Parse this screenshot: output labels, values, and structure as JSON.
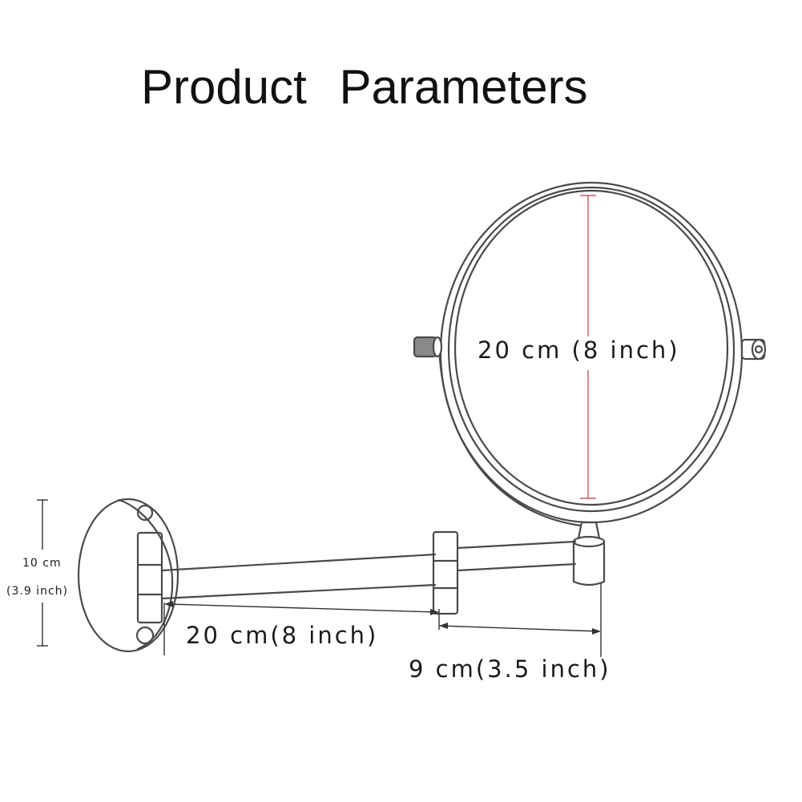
{
  "title": "Product  Parameters",
  "labels": {
    "mirror_diameter": "20 cm (8 inch)",
    "arm_length": "20 cm(8 inch)",
    "elbow_length": "9 cm(3.5 inch)",
    "base_height_cm": "10 cm",
    "base_height_in": "(3.9 inch)"
  },
  "colors": {
    "line": "#4a4a4a",
    "dimension_red": "#c0394b",
    "text": "#1a1a1a"
  }
}
